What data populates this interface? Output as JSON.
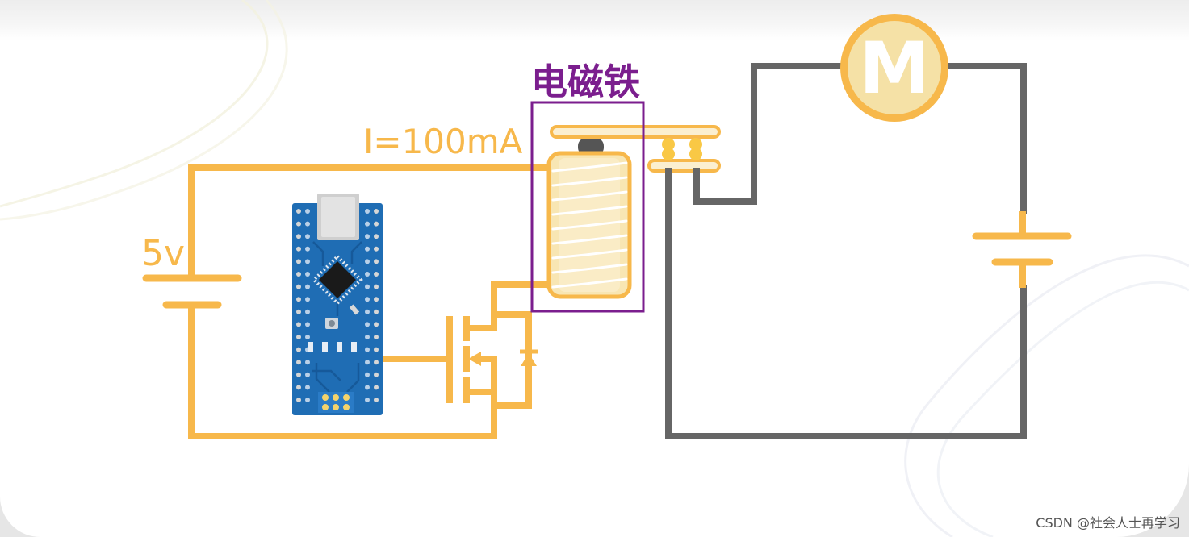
{
  "diagram": {
    "title": "电磁铁",
    "current_label": "I=100mA",
    "voltage_label": "5v",
    "motor_label": "M"
  },
  "watermark": "CSDN @社会人士再学习",
  "colors": {
    "wire_orange": "#F7B84B",
    "wire_gray": "#666666",
    "electromagnet_box": "#7B1E8E",
    "board_blue": "#1F6DB4"
  },
  "icons": {
    "controller": "arduino-nano-icon",
    "switch": "mosfet-icon",
    "diode": "diode-icon",
    "coil": "electromagnet-coil-icon",
    "motor": "motor-icon",
    "battery": "battery-icon"
  }
}
